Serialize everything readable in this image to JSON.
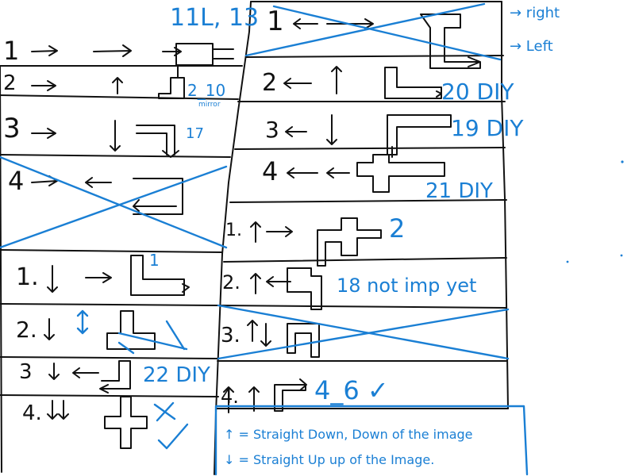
{
  "colors": {
    "ink": "#111111",
    "annotation": "#1a7fd4",
    "background": "#ffffff"
  },
  "icons": {
    "arrow_right": "→",
    "arrow_left": "←",
    "arrow_up": "↑",
    "arrow_down": "↓",
    "equals": "="
  },
  "left_column": {
    "rows": [
      {
        "id": "r1",
        "number": "1",
        "glyphs": "→    →  =",
        "note": ""
      },
      {
        "id": "r2",
        "number": "2",
        "glyphs": "→      ↑  =",
        "note": "2_10",
        "subnote": "mirror"
      },
      {
        "id": "r3",
        "number": "3",
        "glyphs": "→     ↓ =",
        "note": "17"
      },
      {
        "id": "r4",
        "number": "4",
        "glyphs": "→   ← =",
        "note": ""
      },
      {
        "id": "r5",
        "number": "1.",
        "glyphs": "↓   → =",
        "note": "1"
      },
      {
        "id": "r6",
        "number": "2.",
        "glyphs": "↓   ↕ =",
        "note": ""
      },
      {
        "id": "r7",
        "number": "3",
        "glyphs": "↓ ← =",
        "note": "22 DIY"
      },
      {
        "id": "r8",
        "number": "4.",
        "glyphs": "↓↓ =",
        "note": ""
      }
    ]
  },
  "right_column": {
    "top_note": "11L, 13",
    "legend_right": "→ right",
    "legend_left": "→ Left",
    "rows": [
      {
        "id": "q1",
        "number": "1",
        "glyphs": "←  →",
        "note": ""
      },
      {
        "id": "q2",
        "number": "2",
        "glyphs": "←    ↑  =",
        "note": "20 DIY"
      },
      {
        "id": "q3",
        "number": "3",
        "glyphs": "←   ↓  =",
        "note": "19 DIY"
      },
      {
        "id": "q4",
        "number": "4",
        "glyphs": "← ←=",
        "note": "21 DIY"
      },
      {
        "id": "q5",
        "number": "1.",
        "glyphs": "↑ → =",
        "note": "2"
      },
      {
        "id": "q6",
        "number": "2.",
        "glyphs": "↑←=",
        "note": "18 not imp yet"
      },
      {
        "id": "q7",
        "number": "3.",
        "glyphs": "↑↓=",
        "note": ""
      },
      {
        "id": "q8",
        "number": "4.",
        "glyphs": "↑↑=",
        "note": "4_6 ✓"
      }
    ]
  },
  "footer_legend": {
    "up_line": "↑ = Straight Down, Down of the image",
    "down_line": "↓ = Straight Up up of the Image."
  }
}
